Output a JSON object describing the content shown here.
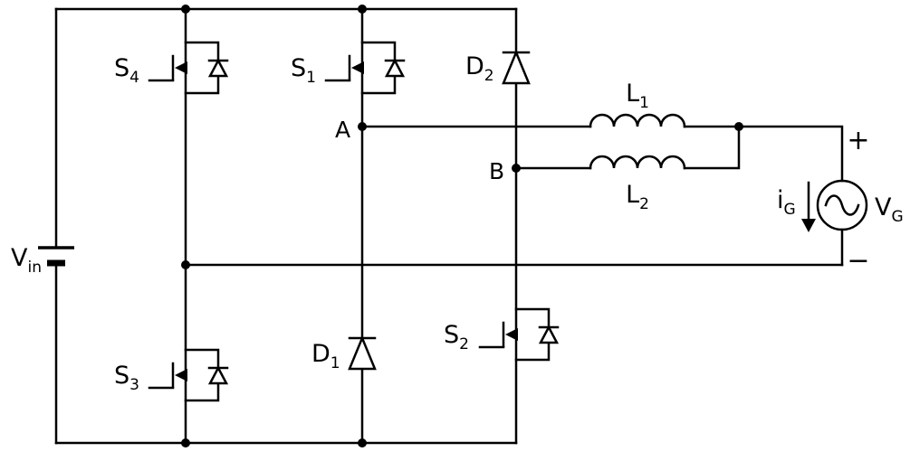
{
  "labels": {
    "vin": {
      "main": "V",
      "sub": "in"
    },
    "s4": {
      "main": "S",
      "sub": "4"
    },
    "s1": {
      "main": "S",
      "sub": "1"
    },
    "d2": {
      "main": "D",
      "sub": "2"
    },
    "s3": {
      "main": "S",
      "sub": "3"
    },
    "d1": {
      "main": "D",
      "sub": "1"
    },
    "s2": {
      "main": "S",
      "sub": "2"
    },
    "l1": {
      "main": "L",
      "sub": "1"
    },
    "l2": {
      "main": "L",
      "sub": "2"
    },
    "ig": {
      "main": "i",
      "sub": "G"
    },
    "vg": {
      "main": "V",
      "sub": "G"
    },
    "node_a": "A",
    "node_b": "B",
    "plus": "+",
    "minus": "−"
  },
  "colors": {
    "wire": "#000000",
    "background": "#ffffff"
  }
}
